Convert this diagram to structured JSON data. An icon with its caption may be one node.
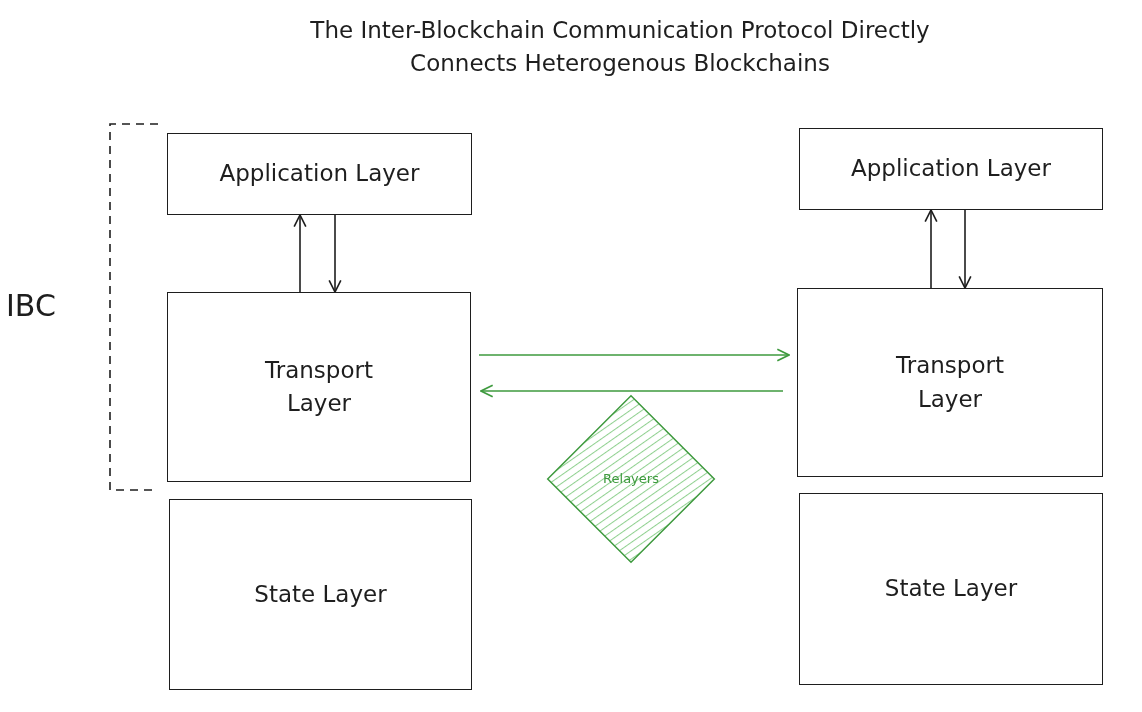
{
  "diagram": {
    "title": "The Inter-Blockchain Communication Protocol Directly Connects Heterogenous Blockchains",
    "nodes": [
      {
        "text": [
          "Application Layer"
        ]
      },
      {
        "text": [
          "Transport Layer"
        ]
      },
      {
        "text": [
          "State Layer"
        ]
      },
      {
        "text": [
          "Application Layer"
        ]
      },
      {
        "text": [
          "Transport Layer"
        ]
      },
      {
        "text": [
          "State Layer"
        ]
      },
      {
        "text": [
          "Relayers"
        ]
      }
    ],
    "edges": [
      {
        "from": 1,
        "to": 0,
        "arrow": "to"
      },
      {
        "from": 0,
        "to": 1,
        "arrow": "to"
      },
      {
        "from": 4,
        "to": 3,
        "arrow": "to"
      },
      {
        "from": 3,
        "to": 4,
        "arrow": "to"
      },
      {
        "from": 1,
        "to": 4,
        "arrow": "to",
        "color": "#3e9a3e"
      },
      {
        "from": 4,
        "to": 1,
        "arrow": "to",
        "color": "#3e9a3e"
      }
    ],
    "labels": [
      "IBC"
    ]
  }
}
